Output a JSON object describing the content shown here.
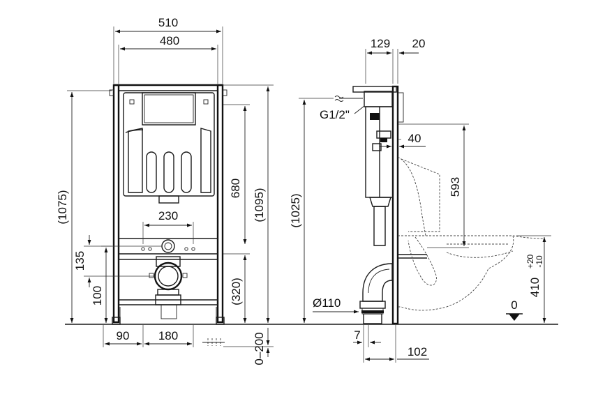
{
  "dimensions": {
    "width_510": "510",
    "width_480": "480",
    "height_1075": "(1075)",
    "height_680": "680",
    "height_1095": "(1095)",
    "width_230": "230",
    "height_135": "135",
    "height_100": "100",
    "height_320": "(320)",
    "width_90": "90",
    "width_180": "180",
    "adjust_0_200": "0–200",
    "depth_129": "129",
    "depth_20": "20",
    "thread_g12": "G1/2\"",
    "offset_40": "40",
    "height_1025": "(1025)",
    "height_593": "593",
    "pipe_d110": "Ø110",
    "offset_7": "7",
    "offset_102": "102",
    "height_410": "410",
    "tol_plus": "+20",
    "tol_minus": "-10",
    "floor_zero": "0"
  }
}
